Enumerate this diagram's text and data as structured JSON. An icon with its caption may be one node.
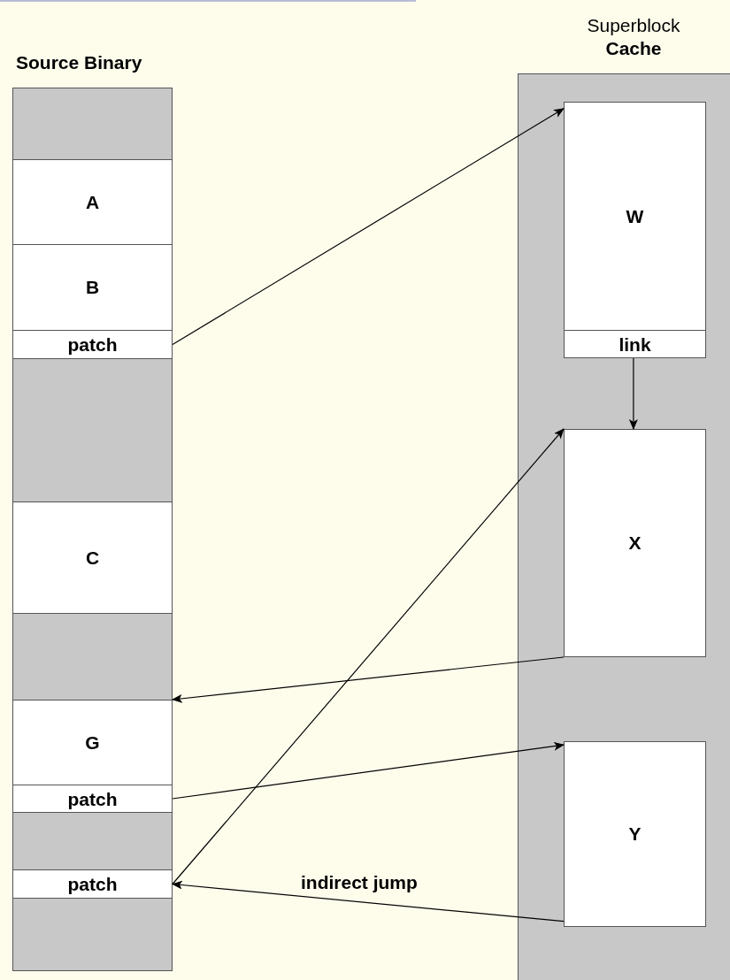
{
  "diagram": {
    "nodes": [
      {
        "text": [
          "Source Binary"
        ]
      },
      {
        "text": [
          "A"
        ],
        "in": 0
      },
      {
        "text": [
          "B"
        ],
        "in": 0
      },
      {
        "text": [
          "patch"
        ],
        "in": 0
      },
      {
        "text": [
          "C"
        ],
        "in": 0
      },
      {
        "text": [
          "G"
        ],
        "in": 0
      },
      {
        "text": [
          "patch"
        ],
        "in": 0
      },
      {
        "text": [
          "patch"
        ],
        "in": 0
      },
      {
        "text": [
          "Superblock **Cache**"
        ]
      },
      {
        "text": [
          "W"
        ],
        "in": 8
      },
      {
        "text": [
          "link"
        ],
        "in": 8
      },
      {
        "text": [
          "X"
        ],
        "in": 8
      },
      {
        "text": [
          "Y"
        ],
        "in": 8
      }
    ],
    "edges": [
      {
        "from": 3,
        "to": 9,
        "arrow": "to"
      },
      {
        "from": 10,
        "to": 11,
        "arrow": "to"
      },
      {
        "from": 11,
        "to": 5,
        "arrow": "to"
      },
      {
        "from": 6,
        "to": 12,
        "arrow": "to"
      },
      {
        "from": 7,
        "to": 11,
        "arrow": "to"
      },
      {
        "from": 12,
        "to": 7,
        "arrow": "to",
        "label": "indirect jump"
      }
    ]
  }
}
